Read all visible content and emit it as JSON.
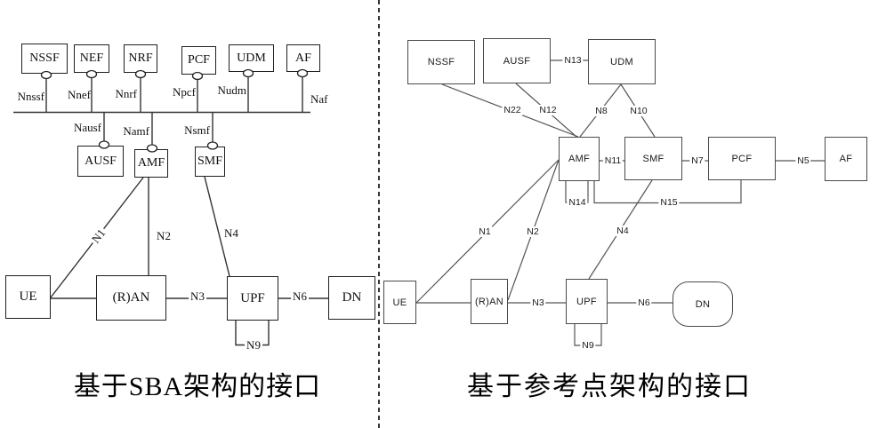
{
  "colors": {
    "background": "#ffffff",
    "ink": "#1a1a1a"
  },
  "left": {
    "caption": "基于SBA架构的接口",
    "boxes": {
      "nssf": "NSSF",
      "nef": "NEF",
      "nrf": "NRF",
      "pcf": "PCF",
      "udm": "UDM",
      "af": "AF",
      "ausf": "AUSF",
      "amf": "AMF",
      "smf": "SMF",
      "ue": "UE",
      "ran": "(R)AN",
      "upf": "UPF",
      "dn": "DN"
    },
    "bus_labels": {
      "nnssf": "Nnssf",
      "nnef": "Nnef",
      "nnrf": "Nnrf",
      "npcf": "Npcf",
      "nudm": "Nudm",
      "naf": "Naf",
      "nausf": "Nausf",
      "namf": "Namf",
      "nsmf": "Nsmf"
    },
    "edge_labels": {
      "n1": "N1",
      "n2": "N2",
      "n3": "N3",
      "n4": "N4",
      "n6": "N6",
      "n9": "N9"
    }
  },
  "right": {
    "caption": "基于参考点架构的接口",
    "boxes": {
      "nssf": "NSSF",
      "ausf": "AUSF",
      "udm": "UDM",
      "amf": "AMF",
      "smf": "SMF",
      "pcf": "PCF",
      "af": "AF",
      "ue": "UE",
      "ran": "(R)AN",
      "upf": "UPF",
      "dn": "DN"
    },
    "edge_labels": {
      "n1": "N1",
      "n2": "N2",
      "n3": "N3",
      "n4": "N4",
      "n5": "N5",
      "n6": "N6",
      "n7": "N7",
      "n8": "N8",
      "n9": "N9",
      "n10": "N10",
      "n11": "N11",
      "n12": "N12",
      "n13": "N13",
      "n14": "N14",
      "n15": "N15",
      "n22": "N22"
    }
  }
}
